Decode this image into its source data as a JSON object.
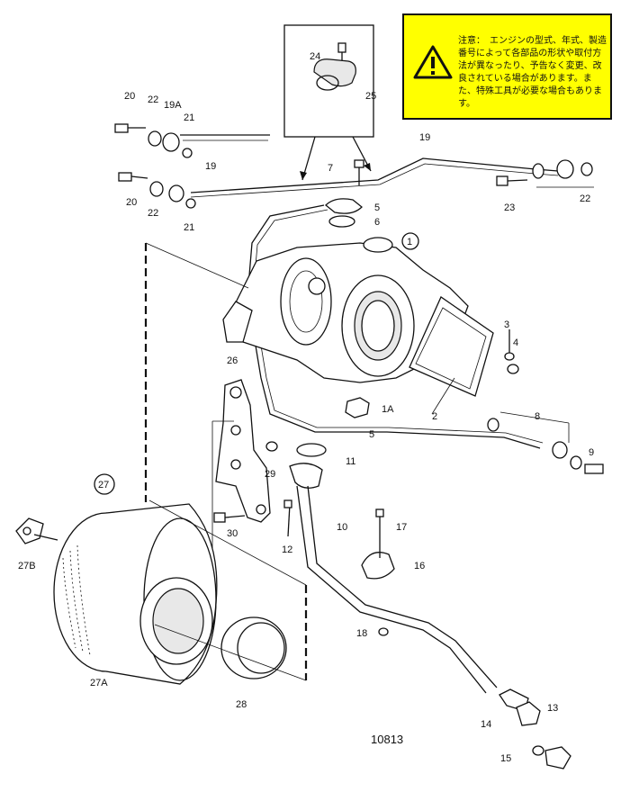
{
  "notice": {
    "text": "注意：　エンジンの型式、年式、製造番号によって各部品の形状や取付方法が異なったり、予告なく変更、改良されている場合があります。また、特殊工具が必要な場合もあります。",
    "icon": "warning-triangle-icon",
    "background": "#ffff00"
  },
  "figure_number": "10813",
  "part_labels": {
    "p1": "1",
    "p1a": "1A",
    "p2": "2",
    "p3": "3",
    "p4": "4",
    "p5a": "5",
    "p5b": "5",
    "p6": "6",
    "p7": "7",
    "p8": "8",
    "p9": "9",
    "p10": "10",
    "p11": "11",
    "p12": "12",
    "p13": "13",
    "p14": "14",
    "p15": "15",
    "p16": "16",
    "p17": "17",
    "p18": "18",
    "p19a": "19",
    "p19b": "19",
    "p19A": "19A",
    "p20a": "20",
    "p20b": "20",
    "p21a": "21",
    "p21b": "21",
    "p22a": "22",
    "p22b": "22",
    "p22c": "22",
    "p23": "23",
    "p24": "24",
    "p25": "25",
    "p26": "26",
    "p27": "27",
    "p27A": "27A",
    "p27B": "27B",
    "p28": "28",
    "p29": "29",
    "p30": "30"
  }
}
